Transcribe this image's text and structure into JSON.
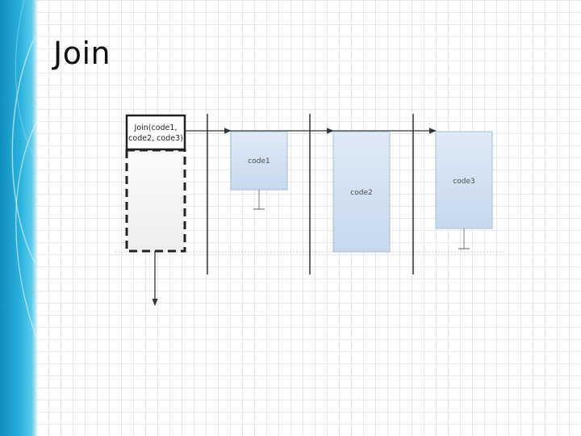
{
  "slide": {
    "title": "Join"
  },
  "diagram": {
    "join_call_line1": "Join(code1,",
    "join_call_line2": "code2, code3)",
    "tasks": [
      "code1",
      "code2",
      "code3"
    ]
  },
  "colors": {
    "accent_band": "#1fa7d6",
    "task_box_fill": "#cddff0",
    "line_color": "#333333"
  }
}
